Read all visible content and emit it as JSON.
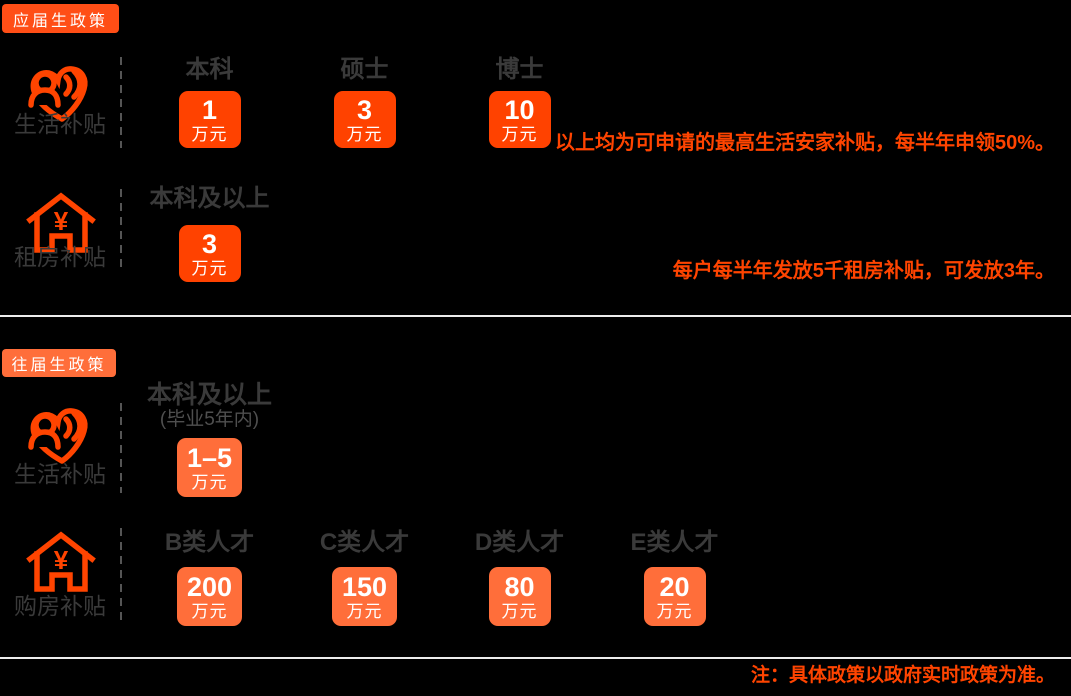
{
  "colors": {
    "background": "#000000",
    "section1_card": "#ff4200",
    "section1_badge": "#ff4e16",
    "section2_accent": "#ff6e3a",
    "icon_orange": "#ff4400",
    "note_orange": "#ff4400",
    "heading_text": "#3a3a3a",
    "card_text": "#ffffff"
  },
  "icons": {
    "people": "people-heart-icon",
    "house": "house-yuan-icon",
    "currency_glyph": "¥"
  },
  "sections": [
    {
      "badge": "应届生政策",
      "rows": [
        {
          "label": "生活补贴",
          "icon": "people-heart-icon",
          "columns": [
            {
              "heading": "本科",
              "value": "1",
              "unit": "万元"
            },
            {
              "heading": "硕士",
              "value": "3",
              "unit": "万元"
            },
            {
              "heading": "博士",
              "value": "10",
              "unit": "万元"
            }
          ],
          "note": "以上均为可申请的最高生活安家补贴，每半年申领50%。"
        },
        {
          "label": "租房补贴",
          "icon": "house-yuan-icon",
          "columns": [
            {
              "heading": "本科及以上",
              "value": "3",
              "unit": "万元"
            }
          ],
          "note": "每户每半年发放5千租房补贴，可发放3年。"
        }
      ]
    },
    {
      "badge": "往届生政策",
      "rows": [
        {
          "label": "生活补贴",
          "icon": "people-heart-icon",
          "columns": [
            {
              "heading": "本科及以上",
              "subheading": "(毕业5年内)",
              "value": "1–5",
              "unit": "万元"
            }
          ]
        },
        {
          "label": "购房补贴",
          "icon": "house-yuan-icon",
          "columns": [
            {
              "heading": "B类人才",
              "value": "200",
              "unit": "万元"
            },
            {
              "heading": "C类人才",
              "value": "150",
              "unit": "万元"
            },
            {
              "heading": "D类人才",
              "value": "80",
              "unit": "万元"
            },
            {
              "heading": "E类人才",
              "value": "20",
              "unit": "万元"
            }
          ]
        }
      ]
    }
  ],
  "footer": {
    "note": "注：具体政策以政府实时政策为准。"
  }
}
